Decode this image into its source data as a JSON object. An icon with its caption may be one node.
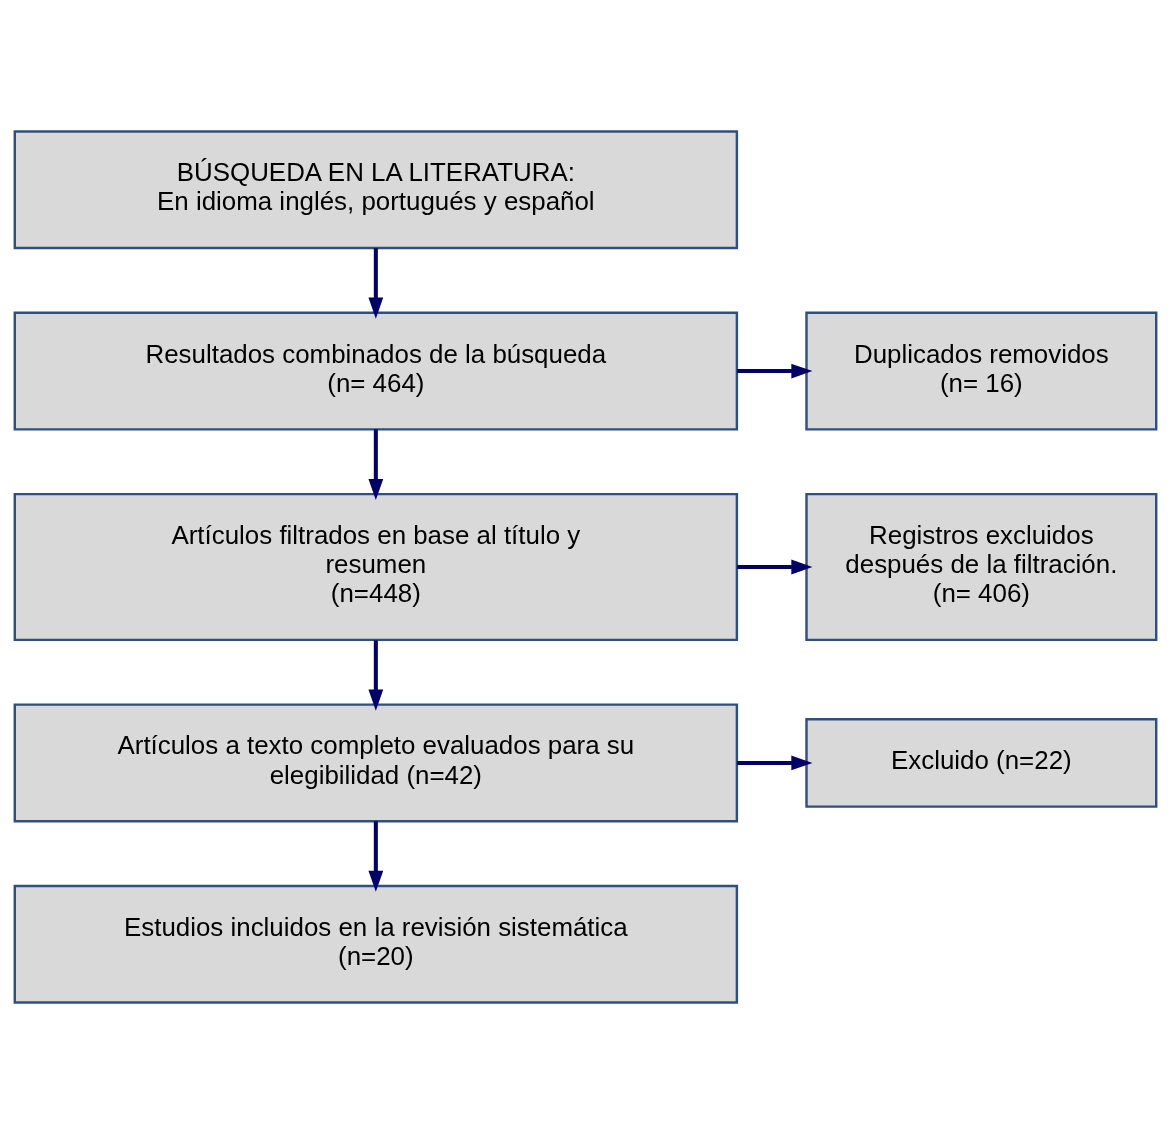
{
  "diagram": {
    "nodes": [
      {
        "text": [
          "BÚSQUEDA EN LA LITERATURA:",
          "En idioma inglés, portugués y español"
        ]
      },
      {
        "text": [
          "Resultados combinados de la búsqueda",
          "(n= 464)"
        ]
      },
      {
        "text": [
          "Duplicados removidos",
          "(n= 16)"
        ]
      },
      {
        "text": [
          "Artículos filtrados en base al título y resumen",
          "(n=448)"
        ]
      },
      {
        "text": [
          "Registros excluidos después de la filtración.",
          "(n= 406)"
        ]
      },
      {
        "text": [
          "Artículos a texto completo evaluados para su elegibilidad (n=42)"
        ]
      },
      {
        "text": [
          "Excluido (n=22)"
        ]
      },
      {
        "text": [
          "Estudios incluidos en la revisión sistemática",
          "(n=20)"
        ]
      }
    ],
    "edges": [
      {
        "from": 0,
        "to": 1,
        "arrow": "to"
      },
      {
        "from": 1,
        "to": 2,
        "arrow": "to"
      },
      {
        "from": 1,
        "to": 3,
        "arrow": "to"
      },
      {
        "from": 3,
        "to": 4,
        "arrow": "to"
      },
      {
        "from": 3,
        "to": 5,
        "arrow": "to"
      },
      {
        "from": 5,
        "to": 6,
        "arrow": "to"
      },
      {
        "from": 5,
        "to": 7,
        "arrow": "to"
      }
    ]
  }
}
